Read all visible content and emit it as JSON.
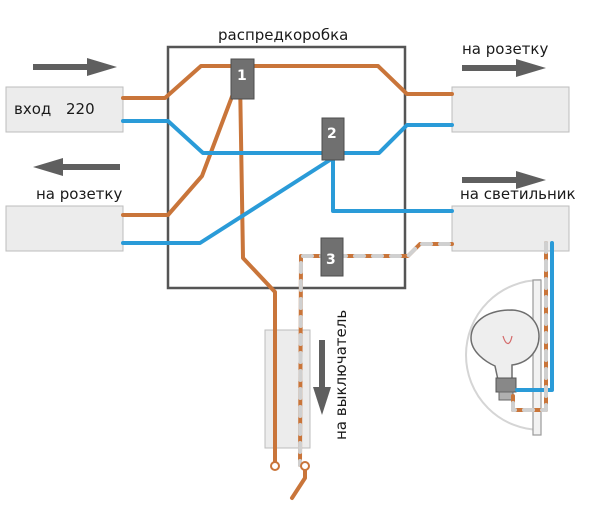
{
  "diagram": {
    "junction_box_label": "распредкоробка",
    "input_label": "вход",
    "input_voltage": "220",
    "socket_label_top": "на розетку",
    "socket_label_left": "на розетку",
    "lamp_label": "на светильник",
    "switch_label": "на выключатель",
    "terminals": [
      "1",
      "2",
      "3"
    ],
    "colors": {
      "phase_wire": "#c9753a",
      "neutral_wire": "#2a9bd8",
      "switched_wire_dash": "#d0d0d0",
      "box_outline": "#555555",
      "device_fill": "#ececec",
      "terminal_fill": "#707070",
      "arrow": "#5f5f5f"
    }
  }
}
